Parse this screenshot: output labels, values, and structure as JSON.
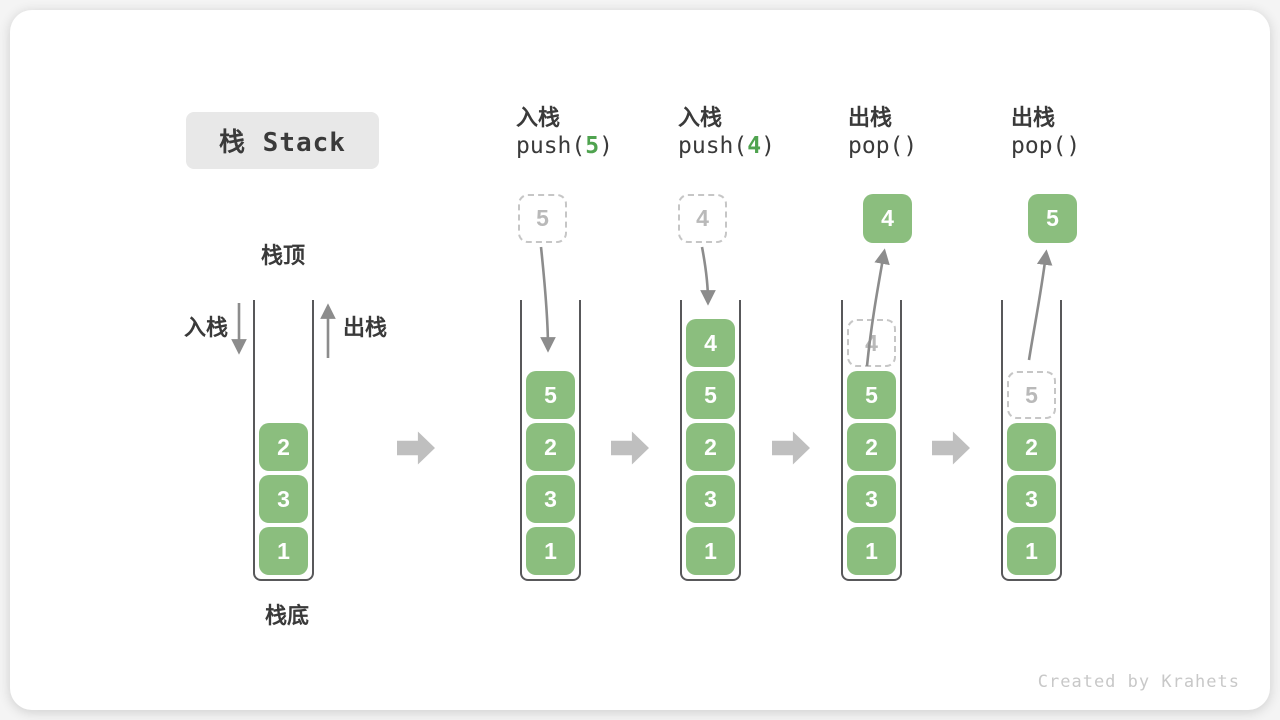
{
  "title": "栈 Stack",
  "watermark": "Created by Krahets",
  "labels": {
    "top": "栈顶",
    "bottom": "栈底",
    "push_legend": "入栈",
    "pop_legend": "出栈"
  },
  "operations": [
    {
      "name": "入栈",
      "code_pre": "push(",
      "arg": "5",
      "code_post": ")",
      "floating_value": "5",
      "floating_style": "dashed"
    },
    {
      "name": "入栈",
      "code_pre": "push(",
      "arg": "4",
      "code_post": ")",
      "floating_value": "4",
      "floating_style": "dashed"
    },
    {
      "name": "出栈",
      "code_pre": "pop()",
      "arg": "",
      "code_post": "",
      "floating_value": "4",
      "floating_style": "solid"
    },
    {
      "name": "出栈",
      "code_pre": "pop()",
      "arg": "",
      "code_post": "",
      "floating_value": "5",
      "floating_style": "solid"
    }
  ],
  "stacks": [
    {
      "items": [
        "2",
        "3",
        "1"
      ]
    },
    {
      "items": [
        "5",
        "2",
        "3",
        "1"
      ]
    },
    {
      "items": [
        "4",
        "5",
        "2",
        "3",
        "1"
      ]
    },
    {
      "ghost": "4",
      "items": [
        "5",
        "2",
        "3",
        "1"
      ]
    },
    {
      "ghost": "5",
      "items": [
        "2",
        "3",
        "1"
      ]
    }
  ],
  "colors": {
    "green-box": "#8bbe7e",
    "green-text": "#4fa34f",
    "arrow": "#8c8c8c",
    "block-arrow": "#bfbfbf",
    "ghost-border": "#c6c6c6",
    "ghost-text": "#b9b9b9",
    "wall": "#58585a",
    "text-dark": "#3a3a3a",
    "title-bg": "#e8e8e8",
    "watermark": "#c8c8c8",
    "card-bg": "#ffffff"
  }
}
